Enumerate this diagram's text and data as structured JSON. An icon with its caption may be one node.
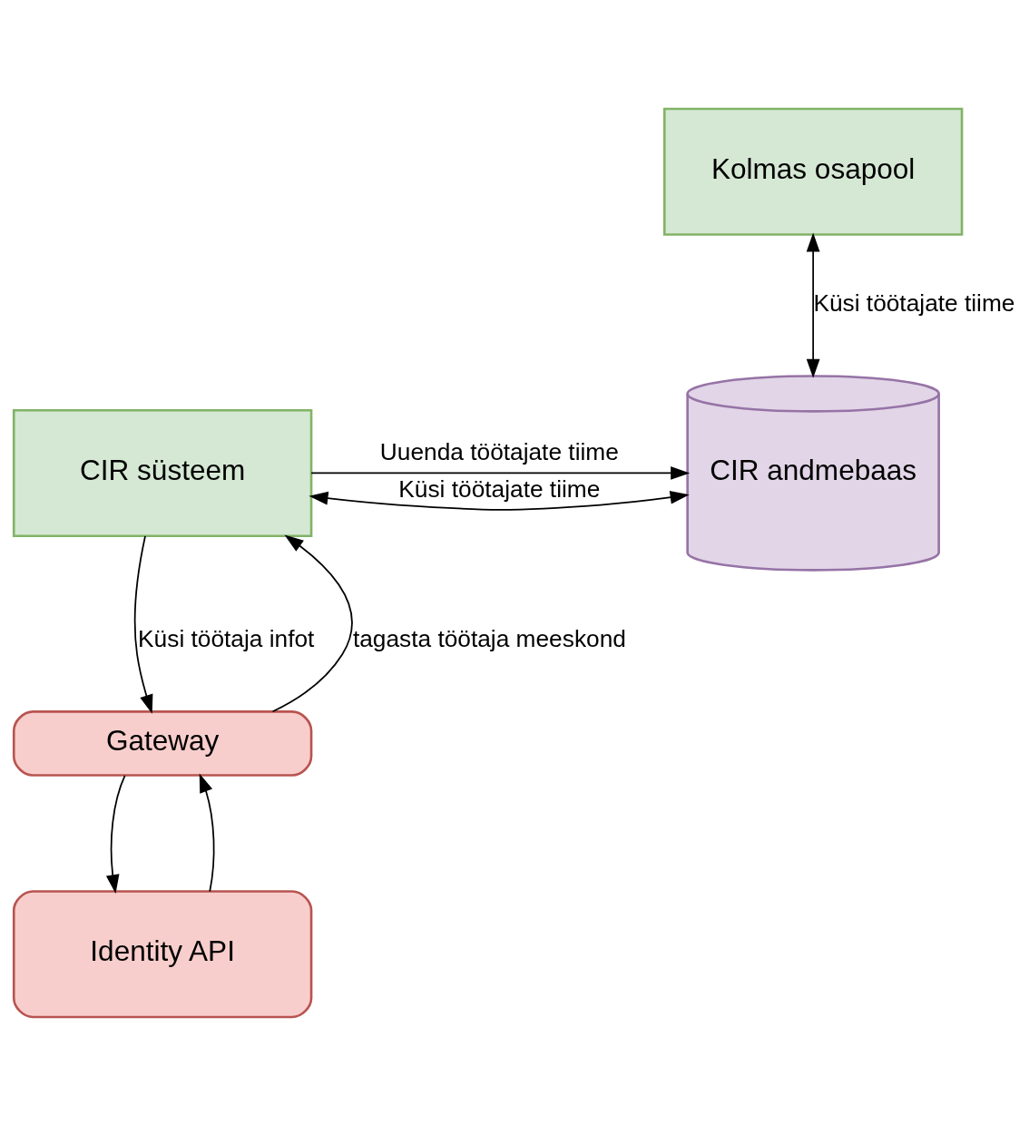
{
  "diagram": {
    "nodes": [
      {
        "text": [
          "Kolmas osapool"
        ]
      },
      {
        "text": [
          "CIR andmebaas"
        ]
      },
      {
        "text": [
          "CIR süsteem"
        ]
      },
      {
        "text": [
          "Gateway"
        ]
      },
      {
        "text": [
          "Identity API"
        ]
      }
    ],
    "edges": [
      {
        "from": 0,
        "to": 1,
        "arrow": "both",
        "label": "Küsi töötajate tiime"
      },
      {
        "from": 2,
        "to": 1,
        "arrow": "both",
        "label": "Küsi töötajate tiime"
      },
      {
        "from": 2,
        "to": 1,
        "arrow": "to",
        "label": "Uuenda töötajate tiime"
      },
      {
        "from": 2,
        "to": 3,
        "arrow": "to",
        "label": "Küsi töötaja infot"
      },
      {
        "from": 3,
        "to": 2,
        "arrow": "to",
        "label": "tagasta töötaja meeskond"
      },
      {
        "from": 3,
        "to": 4,
        "arrow": "to"
      },
      {
        "from": 4,
        "to": 3,
        "arrow": "to"
      }
    ]
  }
}
